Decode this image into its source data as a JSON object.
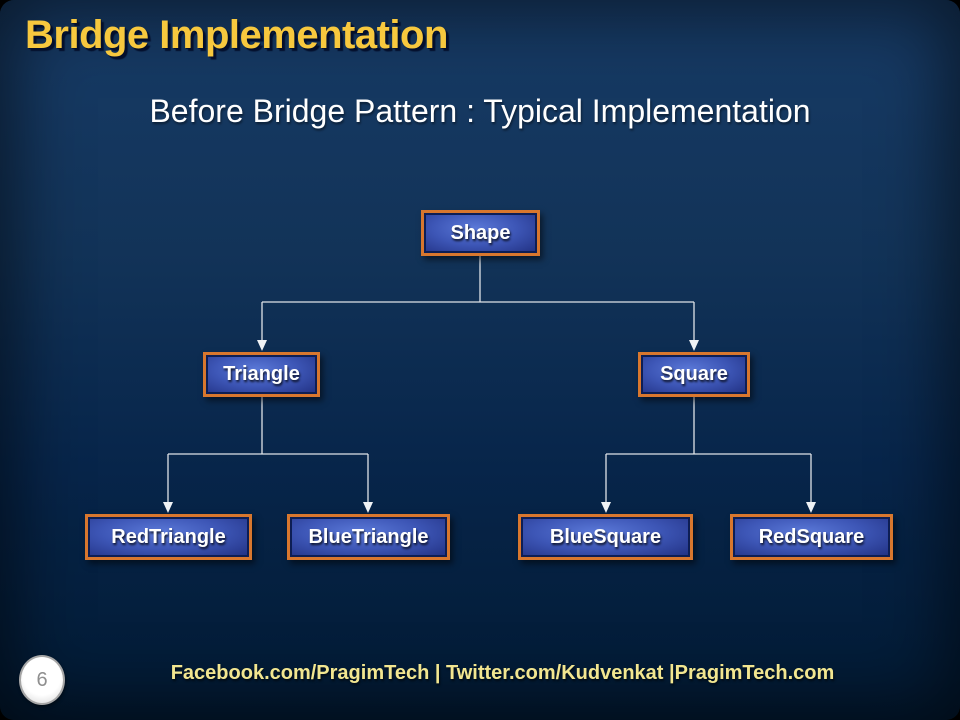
{
  "slide": {
    "title": "Bridge Implementation",
    "subtitle": "Before Bridge Pattern : Typical Implementation",
    "footer": "Facebook.com/PragimTech  | Twitter.com/Kudvenkat  |PragimTech.com",
    "page_number": "6"
  },
  "diagram": {
    "type": "class-hierarchy-tree",
    "nodes": {
      "shape": "Shape",
      "triangle": "Triangle",
      "square": "Square",
      "red_triangle": "RedTriangle",
      "blue_triangle": "BlueTriangle",
      "blue_square": "BlueSquare",
      "red_square": "RedSquare"
    },
    "edges": [
      {
        "from": "Shape",
        "to": "Triangle"
      },
      {
        "from": "Shape",
        "to": "Square"
      },
      {
        "from": "Triangle",
        "to": "RedTriangle"
      },
      {
        "from": "Triangle",
        "to": "BlueTriangle"
      },
      {
        "from": "Square",
        "to": "BlueSquare"
      },
      {
        "from": "Square",
        "to": "RedSquare"
      }
    ]
  },
  "colors": {
    "background_top": "#173B66",
    "background_bottom": "#021A33",
    "title_text": "#F7C83E",
    "subtitle_text": "#FFFFFF",
    "node_border": "#D8772E",
    "node_fill_light": "#5B79D8",
    "node_fill_dark": "#202F80",
    "node_text": "#FFFFFF",
    "connector": "#DFE3E8",
    "footer_text": "#F2E690",
    "page_badge_fill": "#FFFFFF",
    "page_badge_text": "#8F8F8F"
  }
}
